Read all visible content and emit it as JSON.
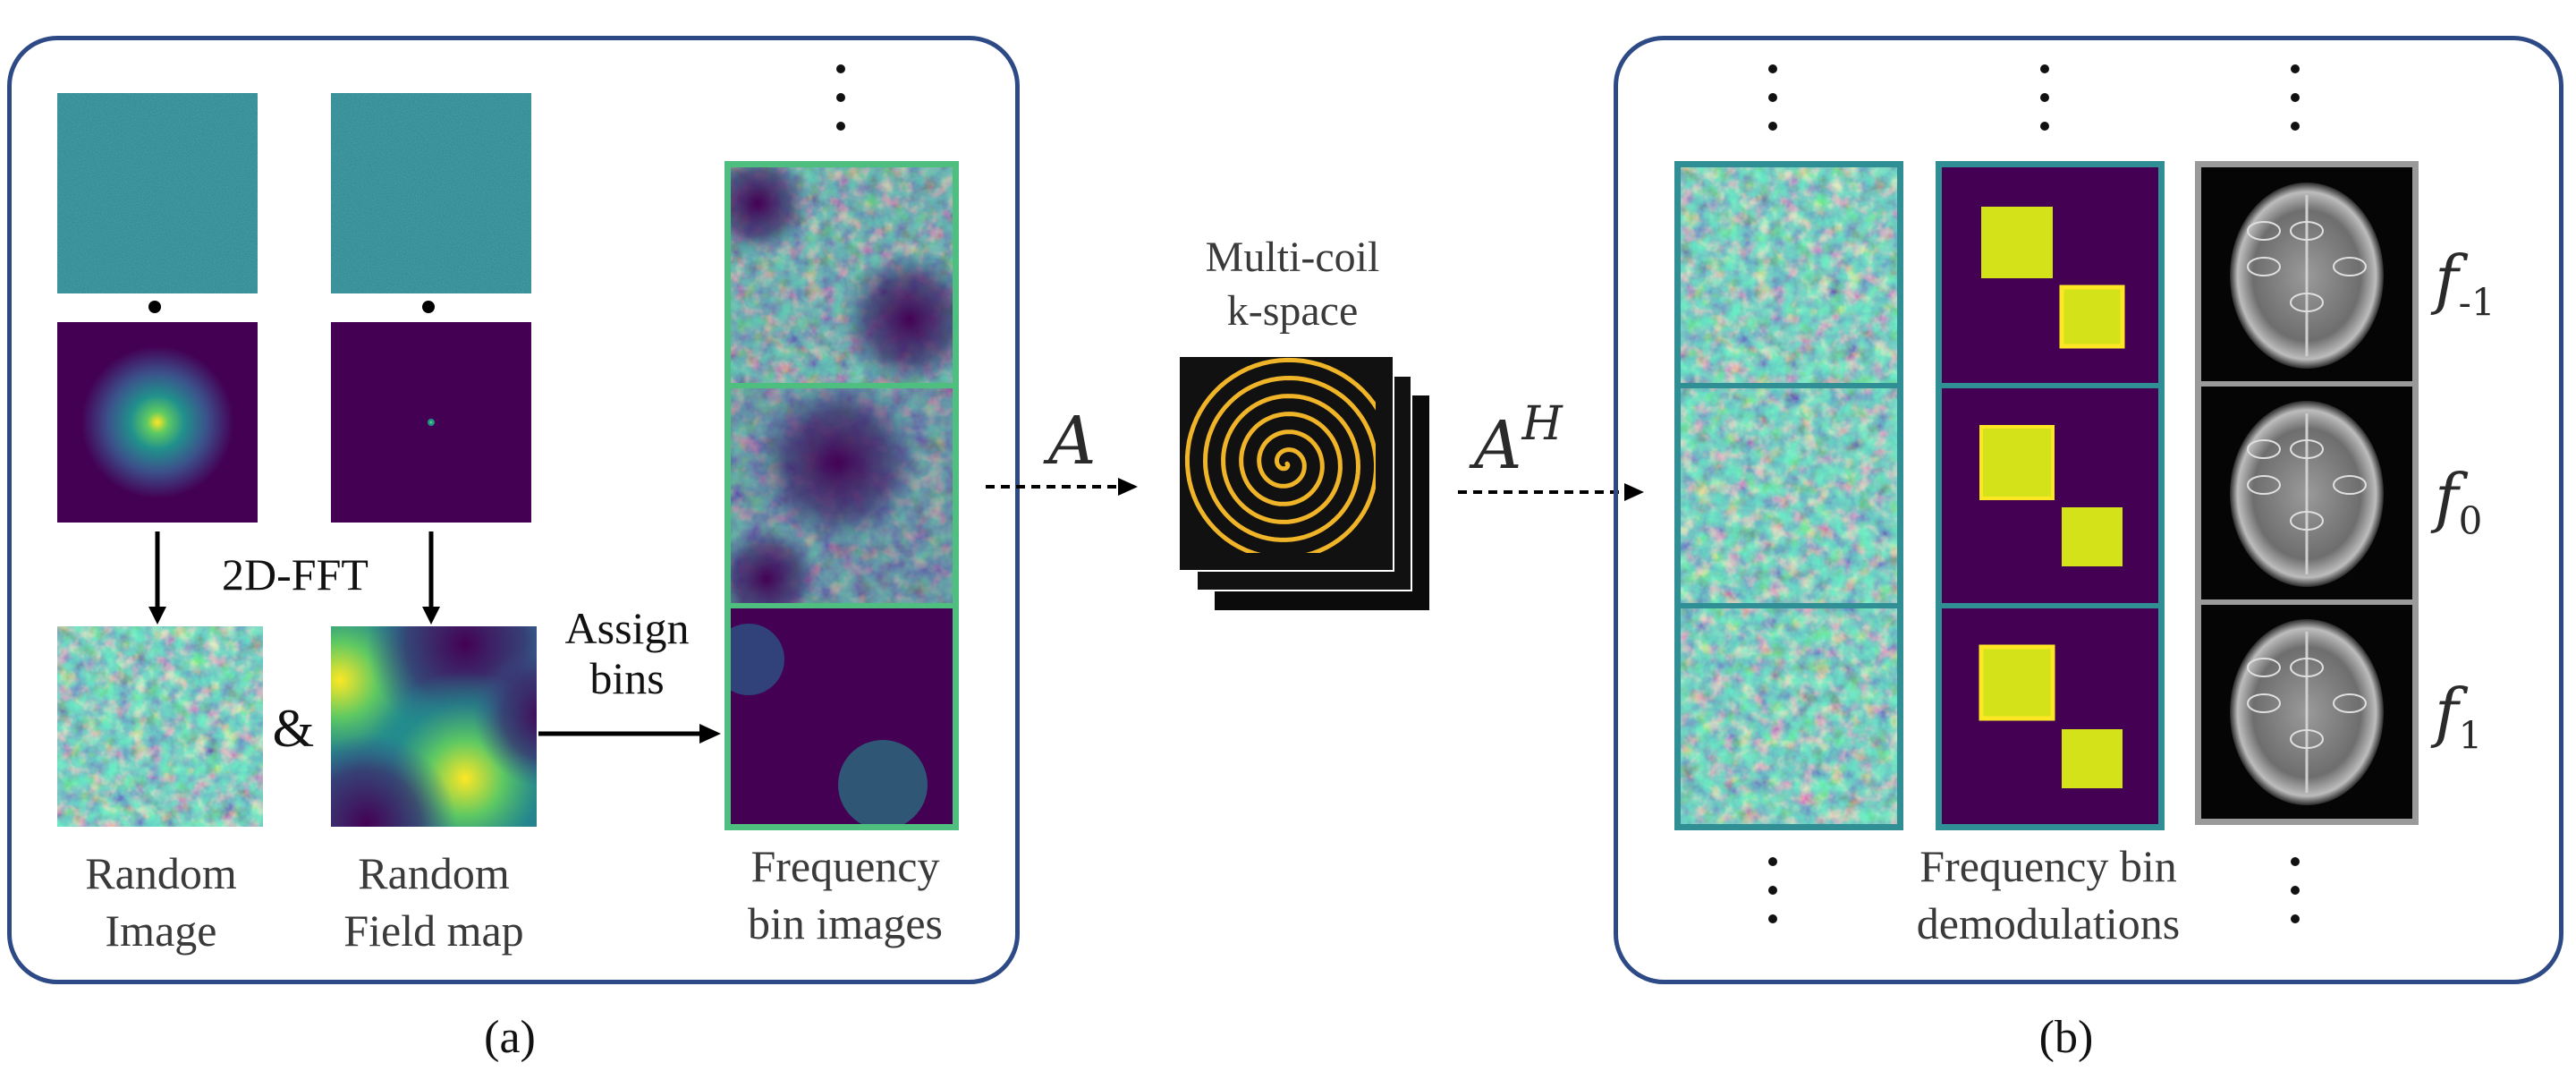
{
  "panel_a": {
    "label_2dfft": "2D-FFT",
    "label_ampersand": "&",
    "label_assign": [
      "Assign",
      "bins"
    ],
    "label_random_image": [
      "Random",
      "Image"
    ],
    "label_random_field": [
      "Random",
      "Field map"
    ],
    "label_freq_images": [
      "Frequency",
      "bin images"
    ],
    "caption": "(a)"
  },
  "middle": {
    "operator_forward": "A",
    "operator_adjoint": "A",
    "adjoint_superscript": "H",
    "kspace_label": [
      "Multi-coil",
      "k-space"
    ]
  },
  "panel_b": {
    "label_demod": [
      "Frequency bin",
      "demodulations"
    ],
    "freq_labels": [
      {
        "base": "f",
        "sub": "-1"
      },
      {
        "base": "f",
        "sub": "0"
      },
      {
        "base": "f",
        "sub": "1"
      }
    ],
    "caption": "(b)"
  },
  "colors": {
    "panel_border": "#2e4a86",
    "viridis_dark": "#440154",
    "viridis_mid": "#21918c",
    "viridis_bright": "#fde725",
    "frame_green": "#4fbf80",
    "frame_teal": "#2f8f94",
    "frame_gray": "#9a9a9a",
    "spiral": "#f0b429"
  }
}
